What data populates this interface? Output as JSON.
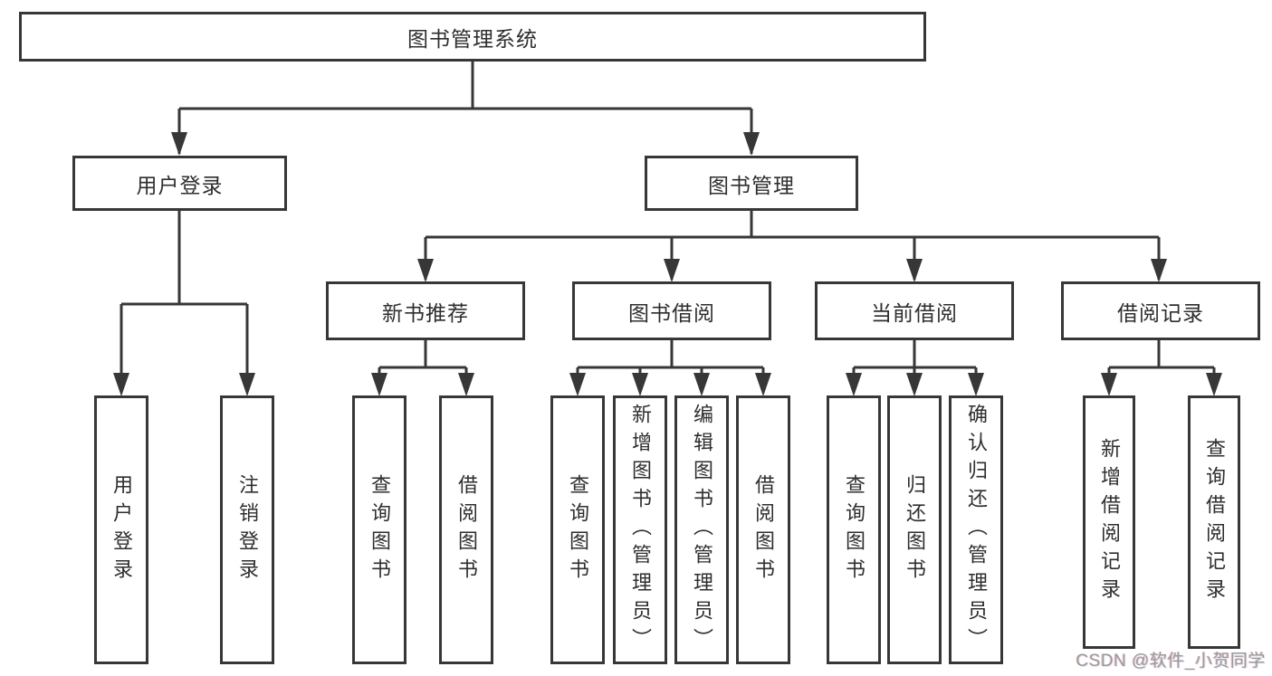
{
  "diagram": {
    "title": "图书管理系统",
    "level2": {
      "user_login": "用户登录",
      "book_mgmt": "图书管理"
    },
    "level3": {
      "new_book": "新书推荐",
      "book_borrow": "图书借阅",
      "current_borrow": "当前借阅",
      "borrow_records": "借阅记录"
    },
    "leaves": {
      "ul_login": "用户登录",
      "ul_logout": "注销登录",
      "nb_query": "查询图书",
      "nb_borrow": "借阅图书",
      "bb_query": "查询图书",
      "bb_add": "新增图书（管理员）",
      "bb_edit": "编辑图书（管理员）",
      "bb_borrow": "借阅图书",
      "cb_query": "查询图书",
      "cb_return": "归还图书",
      "cb_confirm": "确认归还（管理员）",
      "br_add": "新增借阅记录",
      "br_query": "查询借阅记录"
    }
  },
  "watermark": "CSDN @软件_小贺同学",
  "colors": {
    "line": "#373737",
    "text": "#2e2e2e",
    "box_background": "#ffffff",
    "watermark": "#9b9b9b",
    "background": "#ffffff"
  }
}
